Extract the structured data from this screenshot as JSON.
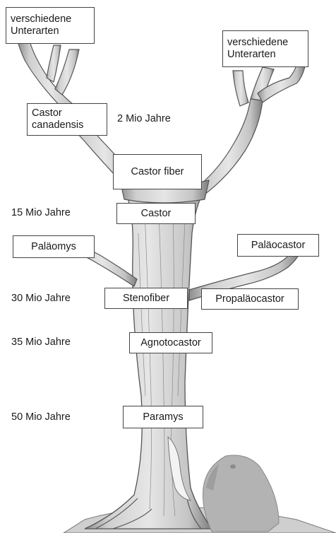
{
  "tree": {
    "top_left_subspecies": "verschiedene\nUnterarten",
    "top_right_subspecies": "verschiedene\nUnterarten",
    "castor_canadensis": "Castor\ncanadensis",
    "castor_fiber": "Castor fiber",
    "castor": "Castor",
    "palaeomys": "Paläomys",
    "palaeocastor": "Paläocastor",
    "stenofiber": "Stenofiber",
    "propalaeocastor": "Propaläocastor",
    "agnotocastor": "Agnotocastor",
    "paramys": "Paramys"
  },
  "eras": {
    "mio2": "2 Mio Jahre",
    "mio15": "15 Mio Jahre",
    "mio30": "30 Mio Jahre",
    "mio35": "35 Mio Jahre",
    "mio50": "50 Mio Jahre"
  },
  "colors": {
    "trunk": "#d6d6d6",
    "trunk_shade": "#9a9a9a",
    "beaver": "#b3b3b3",
    "box_border": "#444444"
  }
}
